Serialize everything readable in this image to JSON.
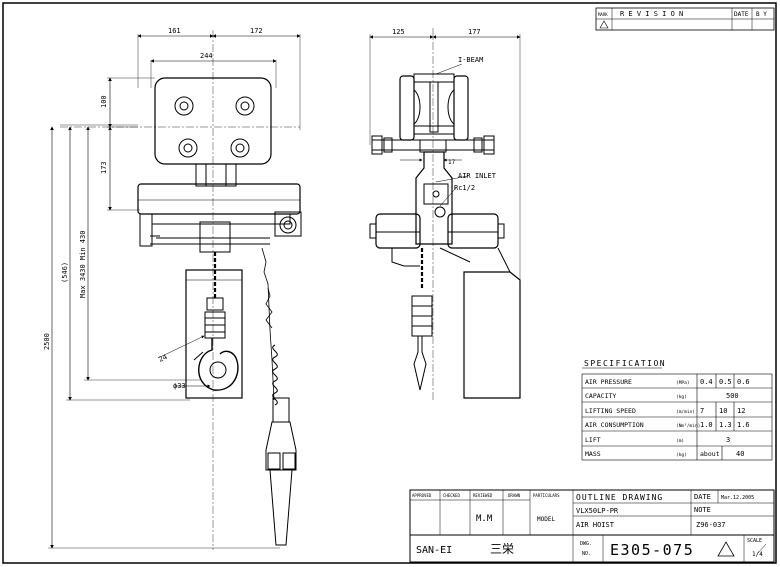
{
  "revision_block": {
    "mark_header": "MARK",
    "revision_label": "R E V I S I O N",
    "date_header": "DATE",
    "by_header": "B Y"
  },
  "front_view": {
    "dim_161": "161",
    "dim_172": "172",
    "dim_244": "244",
    "dim_100": "100",
    "dim_173": "173",
    "dim_546": "(546)",
    "dim_max_min": "Max 3430 Min 430",
    "dim_2500": "2500",
    "dim_24": "24",
    "dim_phi33": "ϕ33"
  },
  "side_view": {
    "dim_125": "125",
    "dim_177": "177",
    "label_ibeam": "I-BEAM",
    "dim_17": "17",
    "label_air_inlet": "AIR INLET",
    "label_rc": "Rc1/2"
  },
  "specification": {
    "title": "SPECIFICATION",
    "rows": [
      {
        "item": "AIR PRESSURE",
        "unit": "(MPa)",
        "values": [
          "0.4",
          "0.5",
          "0.6"
        ]
      },
      {
        "item": "CAPACITY",
        "unit": "(kg)",
        "values": [
          "500"
        ]
      },
      {
        "item": "LIFTING SPEED",
        "unit": "(m/min)",
        "values": [
          "7",
          "10",
          "12"
        ]
      },
      {
        "item": "AIR CONSUMPTION",
        "unit": "(Nm³/min)",
        "values": [
          "1.0",
          "1.3",
          "1.6"
        ]
      },
      {
        "item": "LIFT",
        "unit": "(m)",
        "values": [
          "3"
        ]
      },
      {
        "item": "MASS",
        "unit": "(kg)",
        "values": [
          "about",
          "40"
        ]
      }
    ]
  },
  "title_block": {
    "approved": "APPROVED",
    "checked": "CHECKED",
    "reviewed": "REVIEWED",
    "drawn": "DRAWN",
    "particulars": "PARTICULARS",
    "drawing_title": "OUTLINE DRAWING",
    "date_label": "DATE",
    "date_value": "Mar.12.2005",
    "model_label": "MODEL",
    "model_value": "VLX50LP-PR",
    "note_label": "NOTE",
    "product": "AIR HOIST",
    "note_value": "Z96-037",
    "reviewed_by": "M.M",
    "company": "SAN-EI",
    "company_jp": "三栄",
    "dwg_no_label": "DWG.",
    "dwg_no_label2": "NO.",
    "dwg_no": "E305-075",
    "scale_label": "SCALE",
    "scale_value": "1/4"
  }
}
